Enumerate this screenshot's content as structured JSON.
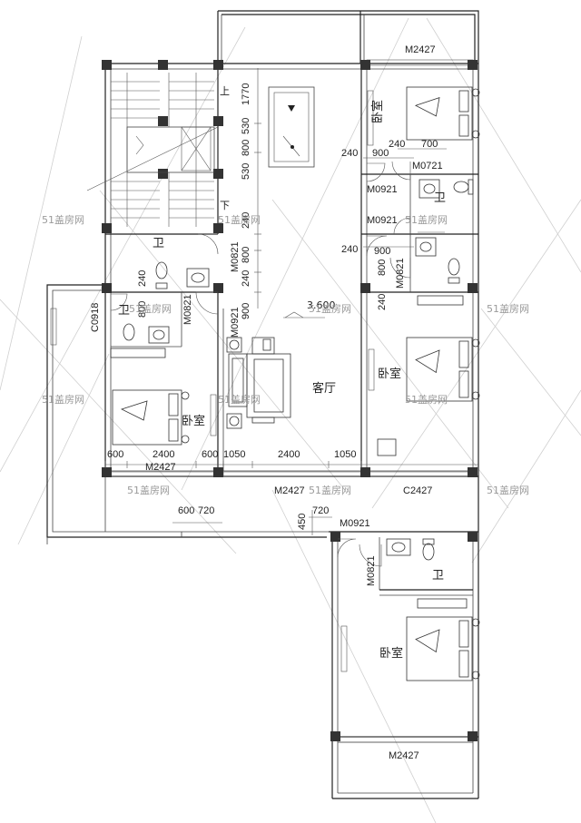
{
  "rooms": {
    "living": "客厅",
    "bedroom_upper": "卧室",
    "bedroom_mid": "卧室",
    "bedroom_left": "卧室",
    "bedroom_lower": "卧室",
    "bath_left": "卫",
    "bath_stair": "卫",
    "bath_right_a": "卫",
    "bath_lower": "卫"
  },
  "stair": {
    "up_label": "上",
    "down_label": "下"
  },
  "level": "3.600",
  "codes": {
    "top_door": "M2427",
    "m0721": "M0721",
    "m0921_a": "M0921",
    "m0921_b": "M0921",
    "m0821_a": "M0821",
    "m0821_b": "M0821",
    "m0821_c": "M0821",
    "m0921_c": "M0921",
    "c0918": "C0918",
    "left_door": "M2427",
    "living_door": "M2427",
    "c2427": "C2427",
    "m0921_d": "M0921",
    "m0821_d": "M0821",
    "bottom_door": "M2427"
  },
  "dims": {
    "d1770": "1770",
    "d530a": "530",
    "d800a": "800",
    "d530b": "530",
    "d240a": "240",
    "d0821": "800",
    "d240b": "240",
    "d900a": "900",
    "d240r1": "240",
    "d240r2": "240",
    "d900r": "900",
    "d700": "700",
    "d240r3": "240",
    "d900r2": "900",
    "d800r": "800",
    "d240r4": "240",
    "d240l": "240",
    "d800l": "800",
    "d600a": "600",
    "d2400a": "2400",
    "d600b": "600",
    "d1050a": "1050",
    "d2400b": "2400",
    "d1050b": "1050",
    "d600c": "600",
    "d720a": "720",
    "d720b": "720",
    "d450": "450"
  },
  "watermarks": [
    "51盖房网",
    "51盖房网",
    "51盖房网",
    "51盖房网",
    "51盖房网",
    "51盖房网",
    "51盖房网",
    "51盖房网",
    "51盖房网",
    "51盖房网",
    "51盖房网"
  ]
}
